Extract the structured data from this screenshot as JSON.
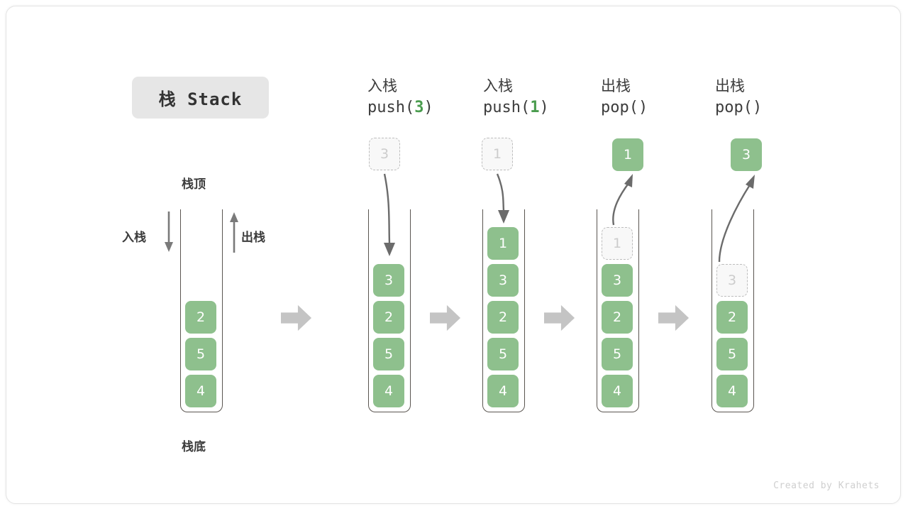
{
  "figure": {
    "title_chip": "栈 Stack",
    "top_label": "栈顶",
    "bottom_label": "栈底",
    "push_label": "入栈",
    "pop_label": "出栈",
    "footer": "Created by Krahets",
    "colors": {
      "cell_fill": "#8ec08d",
      "cell_text": "#ffffff",
      "ghost_fill": "#f8f8f8",
      "ghost_border": "#bdbdbd",
      "ghost_text": "#cccccc",
      "rail": "#5a5550",
      "arrow_gray": "#6b6b6b",
      "block_arrow": "#c4c4c4",
      "chip_bg": "#e6e6e6",
      "code_accent": "#4a9c4e",
      "text": "#3c3c3c"
    }
  },
  "columns": [
    {
      "id": "initial",
      "head_cn": "",
      "head_code_pre": "",
      "head_code_arg": "",
      "head_code_post": "",
      "stack": [
        "2",
        "5",
        "4"
      ],
      "ghost_in_stack": null,
      "outside_value": null
    },
    {
      "id": "push-3",
      "head_cn": "入栈",
      "head_code_pre": "push(",
      "head_code_arg": "3",
      "head_code_post": ")",
      "stack": [
        "3",
        "2",
        "5",
        "4"
      ],
      "ghost_outside": "3",
      "direction": "in"
    },
    {
      "id": "push-1",
      "head_cn": "入栈",
      "head_code_pre": "push(",
      "head_code_arg": "1",
      "head_code_post": ")",
      "stack": [
        "1",
        "3",
        "2",
        "5",
        "4"
      ],
      "ghost_outside": "1",
      "direction": "in"
    },
    {
      "id": "pop-1",
      "head_cn": "出栈",
      "head_code_pre": "pop(",
      "head_code_arg": "",
      "head_code_post": ")",
      "stack": [
        "3",
        "2",
        "5",
        "4"
      ],
      "ghost_in_stack": "1",
      "outside_value": "1",
      "direction": "out"
    },
    {
      "id": "pop-3",
      "head_cn": "出栈",
      "head_code_pre": "pop(",
      "head_code_arg": "",
      "head_code_post": ")",
      "stack": [
        "2",
        "5",
        "4"
      ],
      "ghost_in_stack": "3",
      "outside_value": "3",
      "direction": "out"
    }
  ],
  "transitions": [
    "→",
    "→",
    "→",
    "→"
  ]
}
